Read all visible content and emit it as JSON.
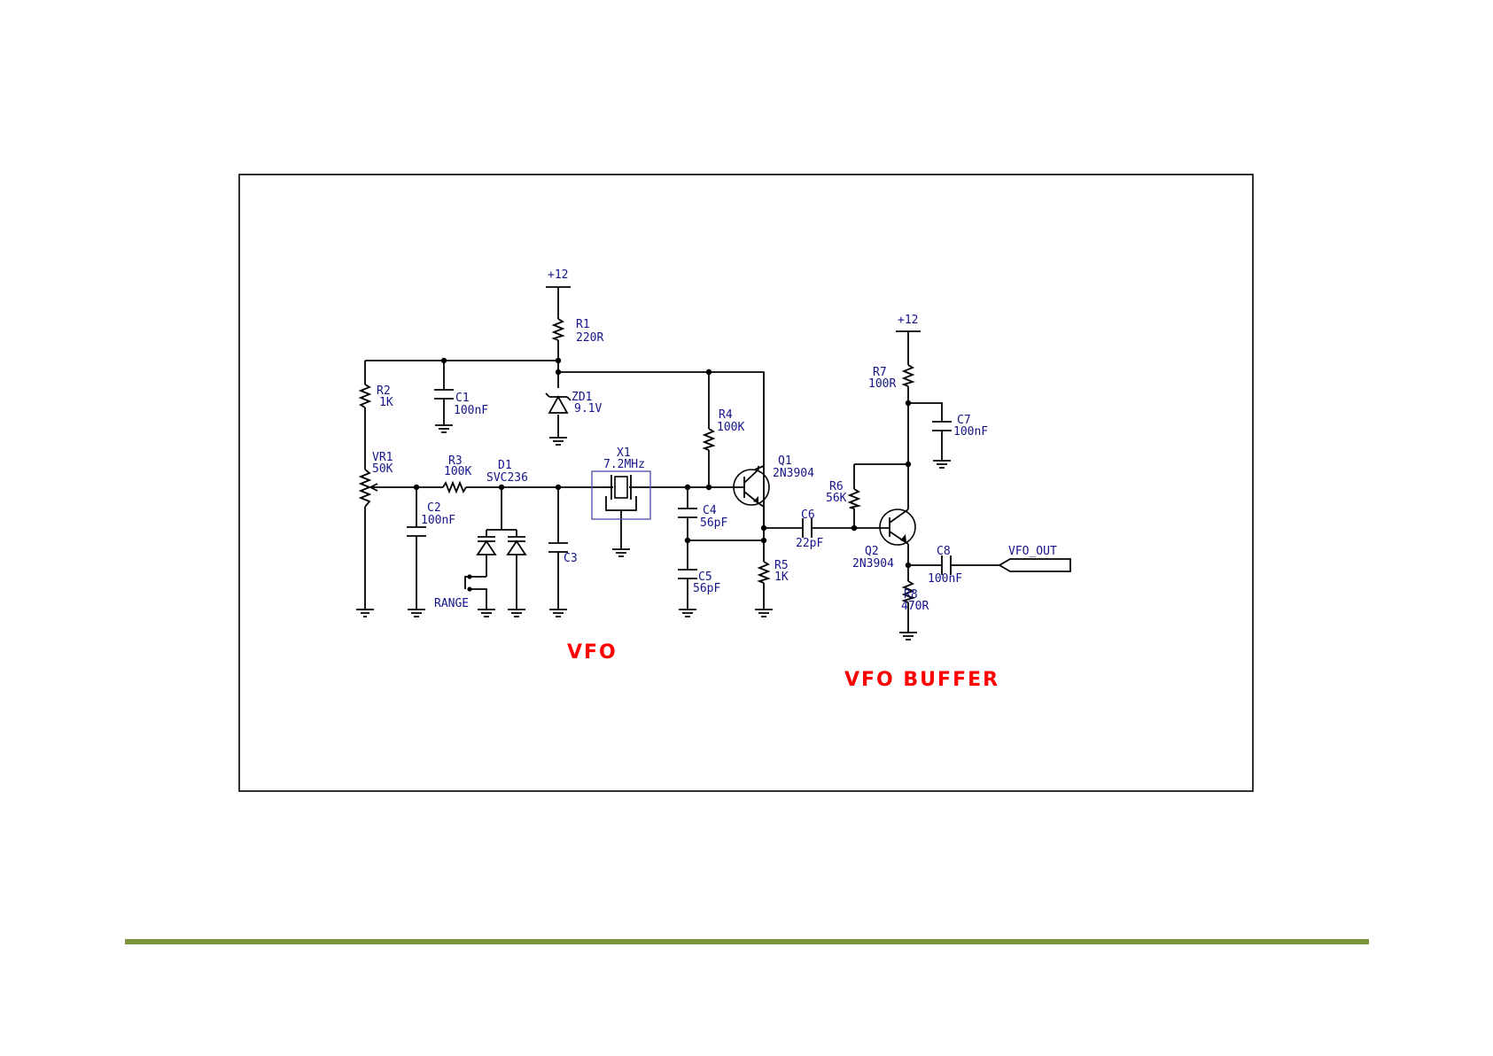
{
  "colors": {
    "wire": "#000000",
    "label": "#14148a",
    "section_title": "#ff0000",
    "footer_rule": "#7b9440"
  },
  "sections": {
    "vfo": "VFO",
    "buffer": "VFO BUFFER"
  },
  "rails": {
    "vfo_supply": "+12",
    "buffer_supply": "+12"
  },
  "components": {
    "R1": {
      "ref": "R1",
      "value": "220R"
    },
    "R2": {
      "ref": "R2",
      "value": "1K"
    },
    "R3": {
      "ref": "R3",
      "value": "100K"
    },
    "R4": {
      "ref": "R4",
      "value": "100K"
    },
    "R5": {
      "ref": "R5",
      "value": "1K"
    },
    "R6": {
      "ref": "R6",
      "value": "56K"
    },
    "R7": {
      "ref": "R7",
      "value": "100R"
    },
    "R8": {
      "ref": "R8",
      "value": "470R"
    },
    "VR1": {
      "ref": "VR1",
      "value": "50K"
    },
    "C1": {
      "ref": "C1",
      "value": "100nF"
    },
    "C2": {
      "ref": "C2",
      "value": "100nF"
    },
    "C3": {
      "ref": "C3"
    },
    "C4": {
      "ref": "C4",
      "value": "56pF"
    },
    "C5": {
      "ref": "C5",
      "value": "56pF"
    },
    "C6": {
      "ref": "C6",
      "value": "22pF"
    },
    "C7": {
      "ref": "C7",
      "value": "100nF"
    },
    "C8": {
      "ref": "C8",
      "value": "100nF"
    },
    "ZD1": {
      "ref": "ZD1",
      "value": "9.1V"
    },
    "D1": {
      "ref": "D1",
      "value": "SVC236"
    },
    "X1": {
      "ref": "X1",
      "value": "7.2MHz"
    },
    "Q1": {
      "ref": "Q1",
      "value": "2N3904"
    },
    "Q2": {
      "ref": "Q2",
      "value": "2N3904"
    }
  },
  "switch": {
    "label": "RANGE"
  },
  "port": {
    "label": "VFO_OUT"
  }
}
